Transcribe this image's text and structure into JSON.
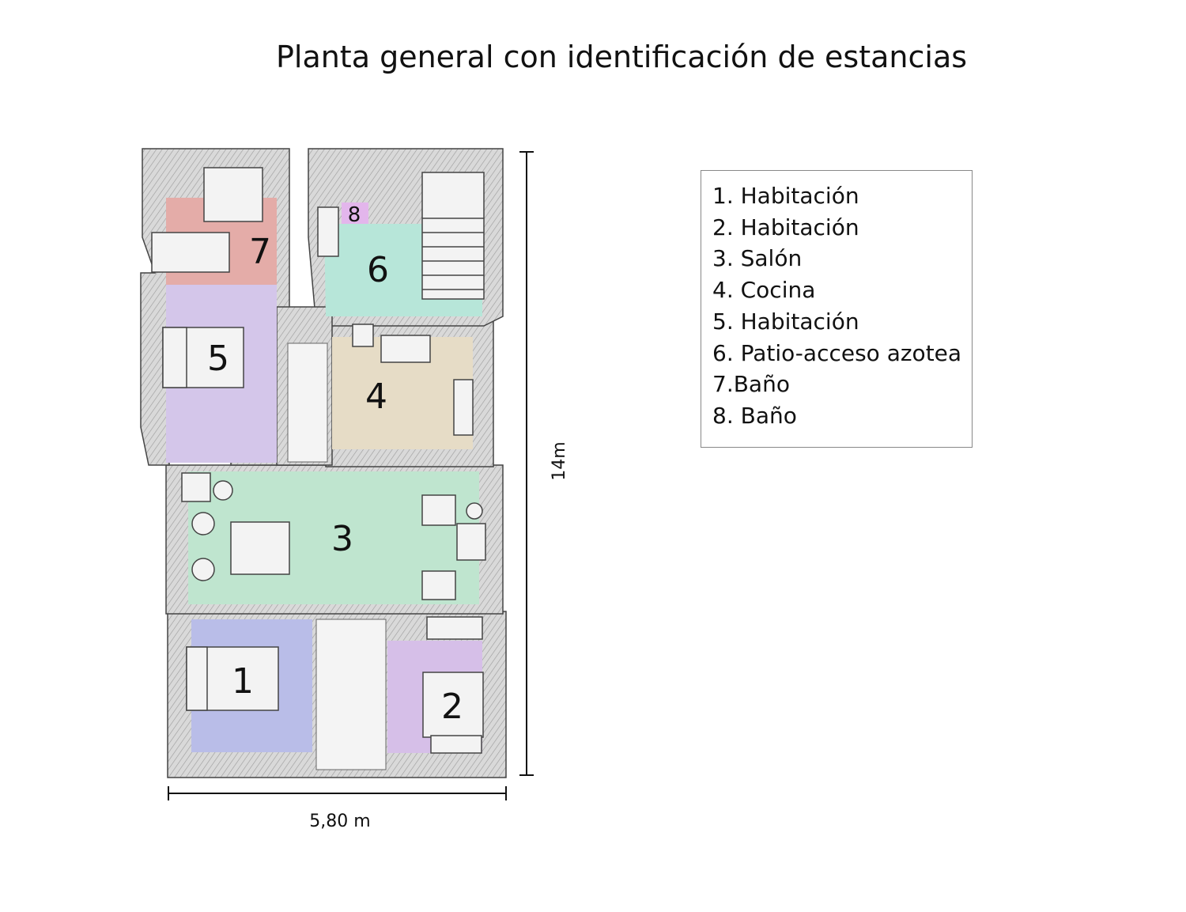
{
  "title": "Planta general con identificación de estancias",
  "legend": [
    "1. Habitación",
    "2. Habitación",
    "3. Salón",
    "4. Cocina",
    "5. Habitación",
    "6. Patio-acceso azotea",
    "7.Baño",
    "8. Baño"
  ],
  "rooms": [
    {
      "number": "1",
      "color": "#b9bde8"
    },
    {
      "number": "2",
      "color": "#d6bfe8"
    },
    {
      "number": "3",
      "color": "#bfe5cf"
    },
    {
      "number": "4",
      "color": "#e6dcc6"
    },
    {
      "number": "5",
      "color": "#d4c6ea"
    },
    {
      "number": "6",
      "color": "#b7e6d9"
    },
    {
      "number": "7",
      "color": "#e4aca8"
    },
    {
      "number": "8",
      "color": "#e3b6ec"
    }
  ],
  "dimensions": {
    "width": "5,80 m",
    "height": "14m"
  },
  "colors": {
    "wall": "#d8d8d8",
    "wall_stroke": "#444444",
    "furniture": "#f2f2f2"
  }
}
